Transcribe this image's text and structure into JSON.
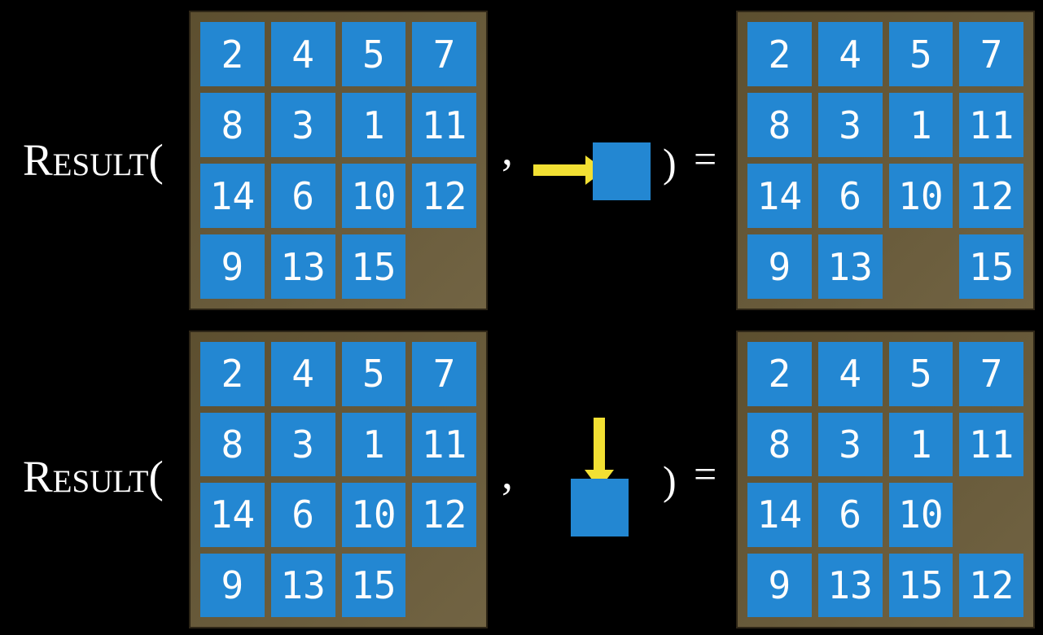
{
  "colors": {
    "background": "#000000",
    "board": "#675835",
    "board_border": "#2e2617",
    "tile": "#2387d2",
    "tile_text": "#fdfdfd",
    "arrow": "#f2e033",
    "label_text": "#ffffff"
  },
  "equations": [
    {
      "label": "Result",
      "open_paren": "(",
      "comma": ",",
      "close_paren": ")",
      "equals": "=",
      "move": {
        "direction": "right",
        "icon": "right-arrow-icon"
      },
      "initial_board": [
        "2",
        "4",
        "5",
        "7",
        "8",
        "3",
        "1",
        "11",
        "14",
        "6",
        "10",
        "12",
        "9",
        "13",
        "15",
        null
      ],
      "result_board": [
        "2",
        "4",
        "5",
        "7",
        "8",
        "3",
        "1",
        "11",
        "14",
        "6",
        "10",
        "12",
        "9",
        "13",
        null,
        "15"
      ]
    },
    {
      "label": "Result",
      "open_paren": "(",
      "comma": ",",
      "close_paren": ")",
      "equals": "=",
      "move": {
        "direction": "down",
        "icon": "down-arrow-icon"
      },
      "initial_board": [
        "2",
        "4",
        "5",
        "7",
        "8",
        "3",
        "1",
        "11",
        "14",
        "6",
        "10",
        "12",
        "9",
        "13",
        "15",
        null
      ],
      "result_board": [
        "2",
        "4",
        "5",
        "7",
        "8",
        "3",
        "1",
        "11",
        "14",
        "6",
        "10",
        null,
        "9",
        "13",
        "15",
        "12"
      ]
    }
  ]
}
